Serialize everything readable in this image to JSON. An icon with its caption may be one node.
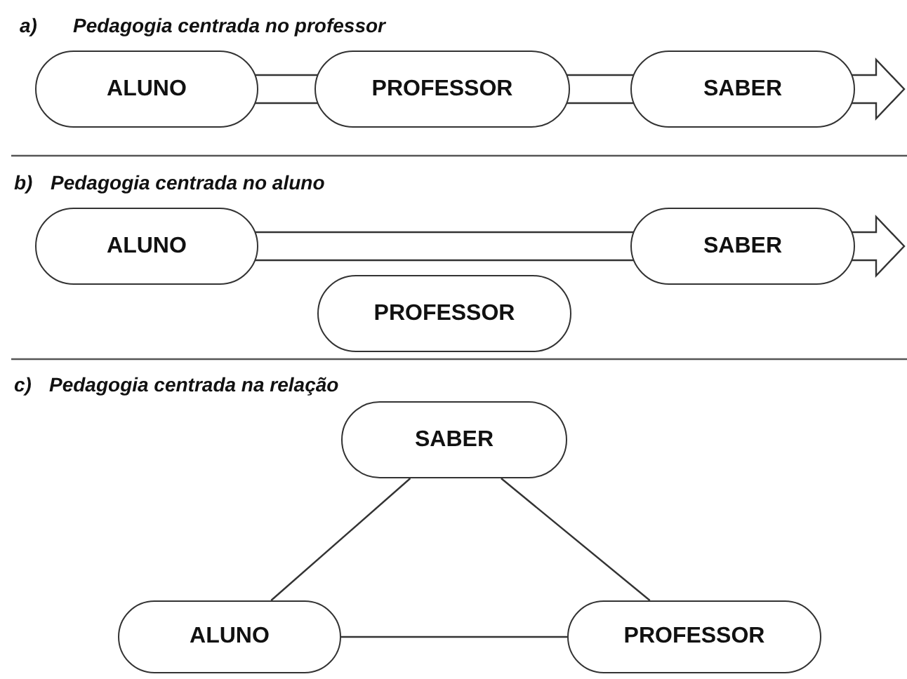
{
  "diagram": {
    "nodes": [
      {
        "text": [
          "ALUNO"
        ]
      },
      {
        "text": [
          "PROFESSOR"
        ]
      },
      {
        "text": [
          "SABER"
        ]
      },
      {
        "text": [
          "ALUNO"
        ]
      },
      {
        "text": [
          "SABER"
        ]
      },
      {
        "text": [
          "PROFESSOR"
        ]
      },
      {
        "text": [
          "SABER"
        ]
      },
      {
        "text": [
          "ALUNO"
        ]
      },
      {
        "text": [
          "PROFESSOR"
        ]
      }
    ],
    "edges": [
      {
        "from": 0,
        "to": 1,
        "arrow": "none",
        "style": "thick"
      },
      {
        "from": 1,
        "to": 2,
        "arrow": "none",
        "style": "thick"
      },
      {
        "from": 2,
        "to": null,
        "arrow": "to",
        "style": "thick"
      },
      {
        "from": 3,
        "to": 4,
        "arrow": "none",
        "style": "thick"
      },
      {
        "from": 4,
        "to": null,
        "arrow": "to",
        "style": "thick"
      },
      {
        "from": 6,
        "to": 7,
        "arrow": "none"
      },
      {
        "from": 6,
        "to": 8,
        "arrow": "none"
      },
      {
        "from": 7,
        "to": 8,
        "arrow": "none"
      }
    ],
    "labels": [
      "a)",
      "Pedagogia centrada no professor",
      "b)",
      "Pedagogia centrada no aluno",
      "c)",
      "Pedagogia centrada na relação"
    ]
  }
}
